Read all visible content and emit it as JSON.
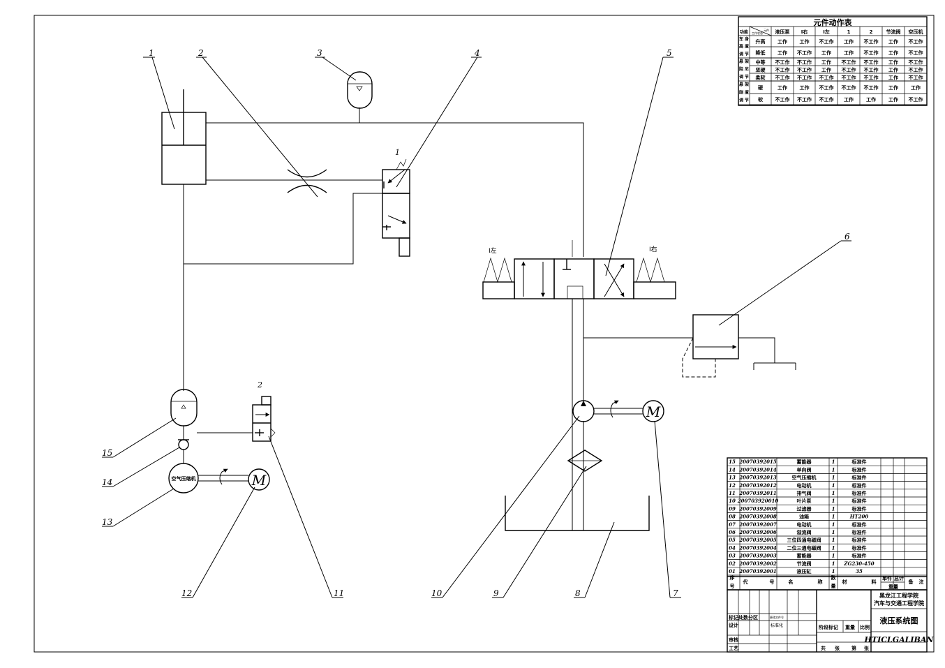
{
  "callouts": [
    "1",
    "2",
    "3",
    "4",
    "5",
    "6",
    "15",
    "14",
    "13",
    "12",
    "11",
    "10",
    "9",
    "8",
    "7"
  ],
  "small_labels": {
    "valve4_num": "1",
    "valve11_num": "2",
    "left_pos": "I左",
    "right_pos": "I右"
  },
  "compressor_label": "空气压缩机",
  "motor_letter": "M",
  "action_table": {
    "title": "元件动作表",
    "corner_left": "功能",
    "corner_top": "元件",
    "corner_bottom": "工作状态",
    "columns": [
      "液压泵",
      "I右",
      "I左",
      "1",
      "2",
      "节流阀",
      "空压机"
    ],
    "groups": [
      {
        "label": "车身高度调节",
        "rows": [
          {
            "name": "升高",
            "values": [
              "工作",
              "工作",
              "不工作",
              "工作",
              "不工作",
              "工作",
              "不工作"
            ]
          },
          {
            "name": "降低",
            "values": [
              "工作",
              "不工作",
              "工作",
              "工作",
              "不工作",
              "工作",
              "不工作"
            ]
          }
        ]
      },
      {
        "label": "悬架阻尼调节",
        "rows": [
          {
            "name": "中等",
            "values": [
              "不工作",
              "不工作",
              "工作",
              "不工作",
              "不工作",
              "工作",
              "不工作"
            ]
          },
          {
            "name": "坚硬",
            "values": [
              "不工作",
              "不工作",
              "工作",
              "不工作",
              "不工作",
              "工作",
              "不工作"
            ]
          },
          {
            "name": "柔软",
            "values": [
              "不工作",
              "不工作",
              "不工作",
              "不工作",
              "不工作",
              "工作",
              "不工作"
            ]
          }
        ]
      },
      {
        "label": "悬架刚度调节",
        "rows": [
          {
            "name": "硬",
            "values": [
              "工作",
              "工作",
              "不工作",
              "不工作",
              "不工作",
              "工作",
              "工作"
            ]
          },
          {
            "name": "软",
            "values": [
              "不工作",
              "不工作",
              "不工作",
              "工作",
              "工作",
              "工作",
              "不工作"
            ]
          }
        ]
      }
    ]
  },
  "parts_list": [
    {
      "no": "15",
      "code": "20070392015",
      "name": "蓄能器",
      "qty": "1",
      "material": "标准件"
    },
    {
      "no": "14",
      "code": "20070392014",
      "name": "单向阀",
      "qty": "1",
      "material": "标准件"
    },
    {
      "no": "13",
      "code": "20070392013",
      "name": "空气压缩机",
      "qty": "1",
      "material": "标准件"
    },
    {
      "no": "12",
      "code": "20070392012",
      "name": "电动机",
      "qty": "1",
      "material": "标准件"
    },
    {
      "no": "11",
      "code": "20070392011",
      "name": "排气阀",
      "qty": "1",
      "material": "标准件"
    },
    {
      "no": "10",
      "code": "200703920010",
      "name": "叶片泵",
      "qty": "1",
      "material": "标准件"
    },
    {
      "no": "09",
      "code": "20070392009",
      "name": "过滤器",
      "qty": "1",
      "material": "标准件"
    },
    {
      "no": "08",
      "code": "20070392008",
      "name": "油箱",
      "qty": "1",
      "material": "HT200"
    },
    {
      "no": "07",
      "code": "20070392007",
      "name": "电动机",
      "qty": "1",
      "material": "标准件"
    },
    {
      "no": "06",
      "code": "20070392006",
      "name": "溢流阀",
      "qty": "1",
      "material": "标准件"
    },
    {
      "no": "05",
      "code": "20070392005",
      "name": "三位四通电磁阀",
      "qty": "1",
      "material": "标准件"
    },
    {
      "no": "04",
      "code": "20070392004",
      "name": "二位三通电磁阀",
      "qty": "1",
      "material": "标准件"
    },
    {
      "no": "03",
      "code": "20070392003",
      "name": "蓄能器",
      "qty": "1",
      "material": "标准件"
    },
    {
      "no": "02",
      "code": "20070392002",
      "name": "节流阀",
      "qty": "1",
      "material": "ZG230-450"
    },
    {
      "no": "01",
      "code": "20070392001",
      "name": "液压缸",
      "qty": "1",
      "material": "35"
    }
  ],
  "parts_header": {
    "no": "序号",
    "code_a": "代",
    "code_b": "号",
    "name_a": "名",
    "name_b": "称",
    "qty": "数量",
    "material_a": "材",
    "material_b": "料",
    "unit": "单件",
    "total": "总计",
    "weight": "重量",
    "note_a": "备",
    "note_b": "注"
  },
  "title_block": {
    "school1": "黑龙江工程学院",
    "school2": "汽车与交通工程学院",
    "drawing_title": "液压系统图",
    "drawing_code": "HTICLGALIBAN",
    "mark_row": "标记处数分区",
    "mark_small": "更改文件号",
    "design": "设计",
    "std": "标准化",
    "review": "审核",
    "process": "工艺",
    "stage": "阶段标记",
    "weight": "重量",
    "scale": "比例",
    "total_a": "共",
    "total_b": "张",
    "sheet_a": "第",
    "sheet_b": "张"
  }
}
